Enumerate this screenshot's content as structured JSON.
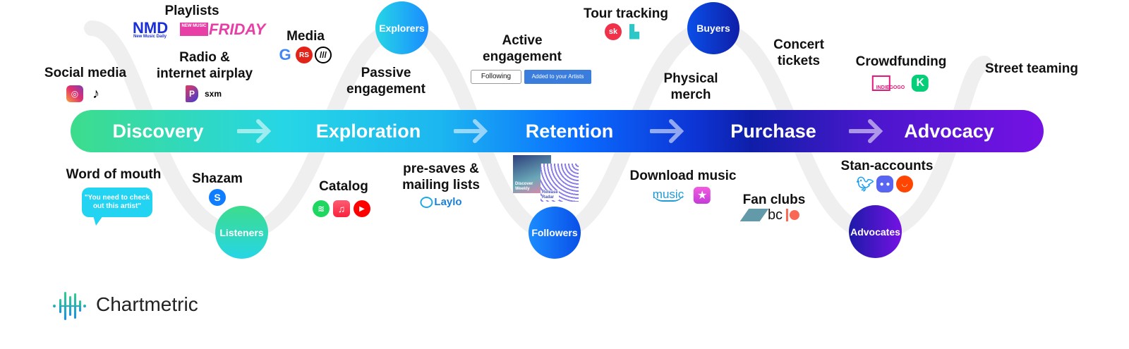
{
  "stages": [
    {
      "label": "Discovery"
    },
    {
      "label": "Exploration"
    },
    {
      "label": "Retention"
    },
    {
      "label": "Purchase"
    },
    {
      "label": "Advocacy"
    }
  ],
  "audiences": [
    "Explorers",
    "Buyers",
    "Listeners",
    "Followers",
    "Advocates"
  ],
  "channels": {
    "playlists": "Playlists",
    "social_media": "Social media",
    "radio": "Radio &",
    "radio2": "internet airplay",
    "media": "Media",
    "passive": "Passive",
    "passive2": "engagement",
    "active": "Active",
    "active2": "engagement",
    "tour": "Tour tracking",
    "physical": "Physical",
    "physical2": "merch",
    "concert": "Concert",
    "concert2": "tickets",
    "crowdfunding": "Crowdfunding",
    "street": "Street teaming",
    "word": "Word of mouth",
    "shazam": "Shazam",
    "catalog": "Catalog",
    "presaves": "pre-saves &",
    "presaves2": "mailing lists",
    "download": "Download music",
    "fanclubs": "Fan clubs",
    "stan": "Stan-accounts"
  },
  "logos": {
    "nmd": "NMD",
    "nmd_sub": "New Music Daily",
    "nmf": "FRIDAY",
    "nmf_small": "NEW MUSIC",
    "sxm": "sxm",
    "laylo": "Laylo",
    "amazon": "music",
    "indiegogo": "INDIEGOGO",
    "bc": "bc",
    "sk": "sk",
    "dw": "Discover Weekly",
    "rr": "Release Radar"
  },
  "speech": "\"You need to check out this artist\"",
  "buttons": {
    "following": "Following",
    "added": "Added to your Artists"
  },
  "brand": {
    "name": "Chartmetric"
  }
}
